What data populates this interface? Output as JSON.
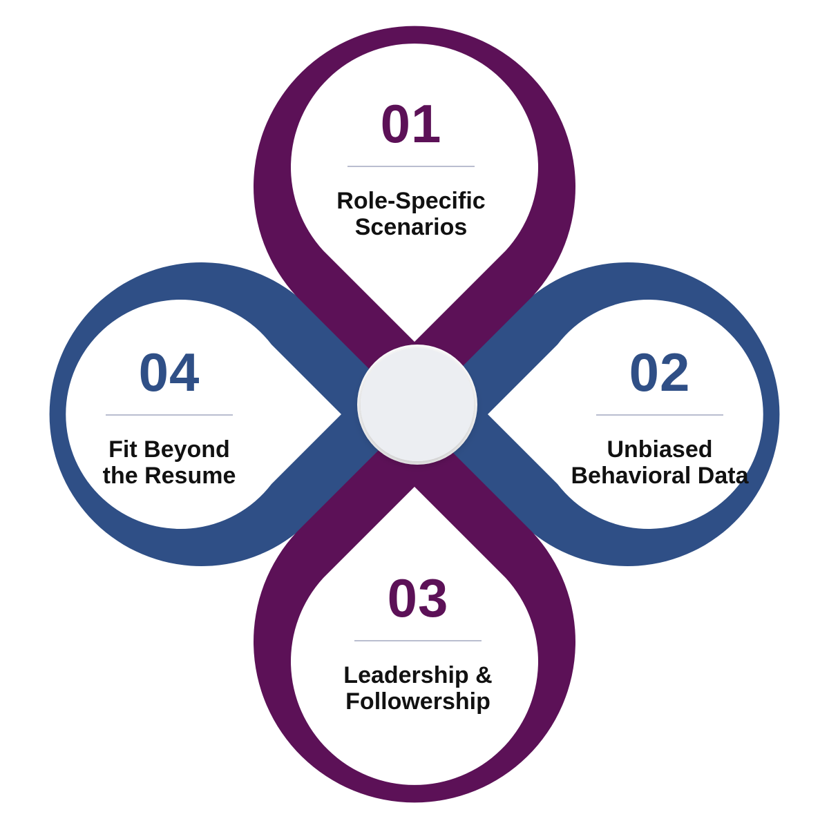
{
  "colors": {
    "purple": "#5c1157",
    "blue": "#2f4f86",
    "center_fill": "#eceef2",
    "divider": "#b9bdcf",
    "label_text": "#111111"
  },
  "petals": [
    {
      "number": "01",
      "label_line1": "Role-Specific",
      "label_line2": "Scenarios",
      "color": "#5c1157"
    },
    {
      "number": "02",
      "label_line1": "Unbiased",
      "label_line2": "Behavioral Data",
      "color": "#2f4f86"
    },
    {
      "number": "03",
      "label_line1": "Leadership &",
      "label_line2": "Followership",
      "color": "#5c1157"
    },
    {
      "number": "04",
      "label_line1": "Fit Beyond",
      "label_line2": "the Resume",
      "color": "#2f4f86"
    }
  ]
}
